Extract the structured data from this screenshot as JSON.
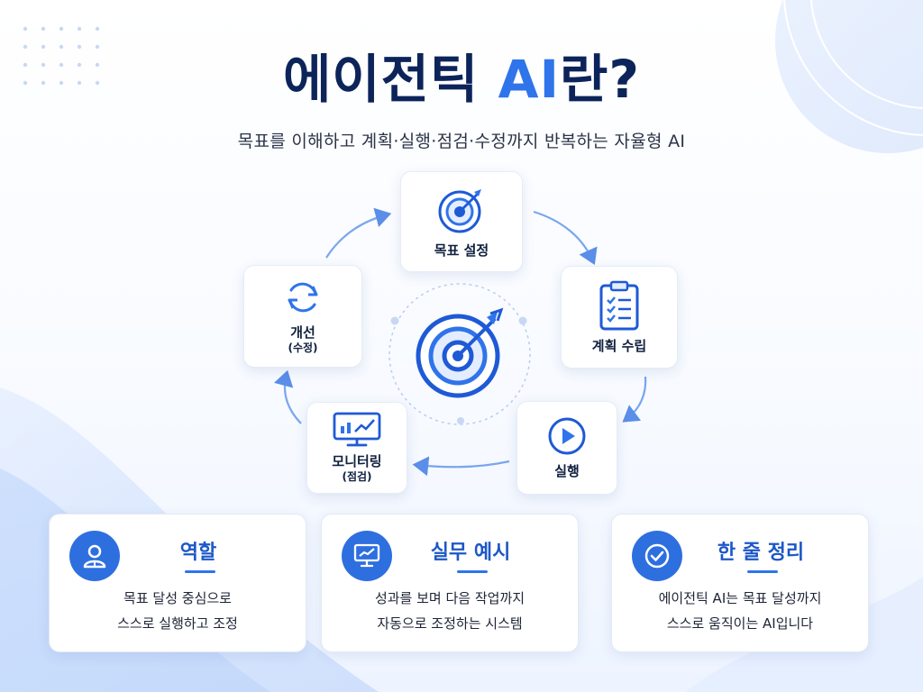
{
  "title": {
    "main": "에이전틱 ",
    "accent": "AI",
    "suffix": "란?"
  },
  "subtitle": "목표를 이해하고 계획·실행·점검·수정까지 반복하는 자율형 AI",
  "cycle": {
    "steps": [
      {
        "label": "목표 설정",
        "sublabel": "",
        "icon": "target-icon"
      },
      {
        "label": "계획 수립",
        "sublabel": "",
        "icon": "checklist-clipboard-icon"
      },
      {
        "label": "실행",
        "sublabel": "",
        "icon": "play-icon"
      },
      {
        "label": "모니터링",
        "sublabel": "(점검)",
        "icon": "monitor-chart-icon"
      },
      {
        "label": "개선",
        "sublabel": "(수정)",
        "icon": "refresh-icon"
      }
    ],
    "center_icon": "target-arrow-icon"
  },
  "cards": [
    {
      "title": "역할",
      "line1": "목표 달성 중심으로",
      "line2": "스스로 실행하고 조정",
      "icon": "person-icon"
    },
    {
      "title": "실무 예시",
      "line1": "성과를 보며 다음 작업까지",
      "line2": "자동으로 조정하는 시스템",
      "icon": "monitor-trend-icon"
    },
    {
      "title": "한 줄 정리",
      "line1": "에이전틱 AI는 목표 달성까지",
      "line2": "스스로 움직이는 AI입니다",
      "icon": "check-circle-icon"
    }
  ],
  "colors": {
    "primary": "#2f74ea",
    "navy": "#0c2459",
    "badge": "#2e6fe0"
  }
}
